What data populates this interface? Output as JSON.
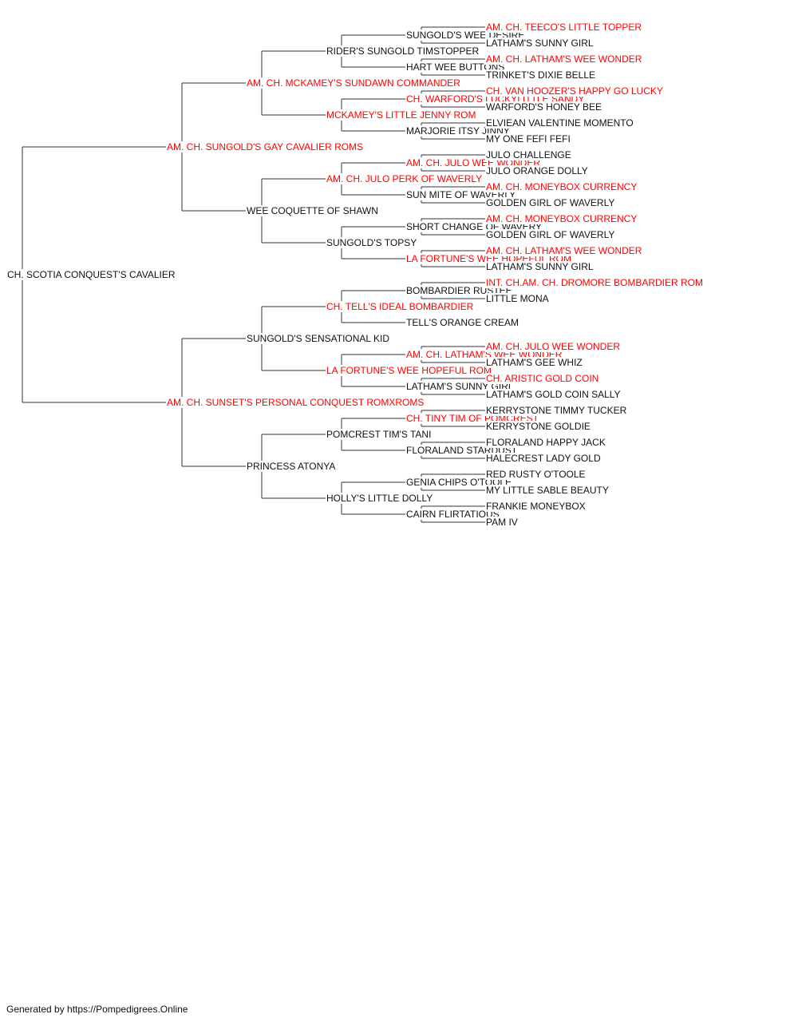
{
  "title_colors": {
    "champion": "#ff0000",
    "normal": "#111111"
  },
  "footer": "Generated by https://Pompedigrees.Online",
  "pedigree": {
    "name": "CH. SCOTIA CONQUEST'S CAVALIER",
    "champion": false,
    "sire": {
      "name": "AM. CH. SUNGOLD'S GAY CAVALIER ROMS",
      "champion": true,
      "sire": {
        "name": "AM. CH. MCKAMEY'S SUNDAWN COMMANDER",
        "champion": true,
        "sire": {
          "name": "RIDER'S SUNGOLD TIMSTOPPER",
          "champion": false,
          "sire": {
            "name": "SUNGOLD'S WEE DESIRE",
            "champion": false,
            "sire": {
              "name": "AM. CH. TEECO'S LITTLE TOPPER",
              "champion": true
            },
            "dam": {
              "name": "LATHAM'S SUNNY GIRL",
              "champion": false
            }
          },
          "dam": {
            "name": "HART WEE BUTTONS",
            "champion": false,
            "sire": {
              "name": "AM. CH. LATHAM'S WEE WONDER",
              "champion": true
            },
            "dam": {
              "name": "TRINKET'S DIXIE BELLE",
              "champion": false
            }
          }
        },
        "dam": {
          "name": "MCKAMEY'S LITTLE JENNY ROM",
          "champion": true,
          "sire": {
            "name": "CH. WARFORD'S LUCKYLITTLE SANDY",
            "champion": true,
            "sire": {
              "name": "CH. VAN HOOZER'S HAPPY GO LUCKY",
              "champion": true
            },
            "dam": {
              "name": "WARFORD'S HONEY BEE",
              "champion": false
            }
          },
          "dam": {
            "name": "MARJORIE ITSY JINNY",
            "champion": false,
            "sire": {
              "name": "ELVIEAN VALENTINE MOMENTO",
              "champion": false
            },
            "dam": {
              "name": "MY ONE FEFI FEFI",
              "champion": false
            }
          }
        }
      },
      "dam": {
        "name": "WEE COQUETTE OF SHAWN",
        "champion": false,
        "sire": {
          "name": "AM. CH. JULO PERK OF WAVERLY",
          "champion": true,
          "sire": {
            "name": "AM. CH. JULO WEE WONDER",
            "champion": true,
            "sire": {
              "name": "JULO CHALLENGE",
              "champion": false
            },
            "dam": {
              "name": "JULO ORANGE DOLLY",
              "champion": false
            }
          },
          "dam": {
            "name": "SUN MITE OF WAVERLY",
            "champion": false,
            "sire": {
              "name": "AM. CH. MONEYBOX CURRENCY",
              "champion": true
            },
            "dam": {
              "name": "GOLDEN GIRL OF WAVERLY",
              "champion": false
            }
          }
        },
        "dam": {
          "name": "SUNGOLD'S TOPSY",
          "champion": false,
          "sire": {
            "name": "SHORT CHANGE OF WAVERY",
            "champion": false,
            "sire": {
              "name": "AM. CH. MONEYBOX CURRENCY",
              "champion": true
            },
            "dam": {
              "name": "GOLDEN GIRL OF WAVERLY",
              "champion": false
            }
          },
          "dam": {
            "name": "LA FORTUNE'S WEE HOPEFUL ROM",
            "champion": true,
            "sire": {
              "name": "AM. CH. LATHAM'S WEE WONDER",
              "champion": true
            },
            "dam": {
              "name": "LATHAM'S SUNNY GIRL",
              "champion": false
            }
          }
        }
      }
    },
    "dam": {
      "name": "AM. CH. SUNSET'S PERSONAL CONQUEST ROMXROMS",
      "champion": true,
      "sire": {
        "name": "SUNGOLD'S SENSATIONAL KID",
        "champion": false,
        "sire": {
          "name": "CH. TELL'S IDEAL BOMBARDIER",
          "champion": true,
          "sire": {
            "name": "BOMBARDIER RUSTEE",
            "champion": false,
            "sire": {
              "name": "INT. CH.AM. CH. DROMORE BOMBARDIER ROM",
              "champion": true
            },
            "dam": {
              "name": "LITTLE MONA",
              "champion": false
            }
          },
          "dam": {
            "name": "TELL'S ORANGE CREAM",
            "champion": false
          }
        },
        "dam": {
          "name": "LA FORTUNE'S WEE HOPEFUL ROM",
          "champion": true,
          "sire": {
            "name": "AM. CH. LATHAM'S WEE WONDER",
            "champion": true,
            "sire": {
              "name": "AM. CH. JULO WEE WONDER",
              "champion": true
            },
            "dam": {
              "name": "LATHAM'S GEE WHIZ",
              "champion": false
            }
          },
          "dam": {
            "name": "LATHAM'S SUNNY GIRL",
            "champion": false,
            "sire": {
              "name": "CH. ARISTIC GOLD COIN",
              "champion": true
            },
            "dam": {
              "name": "LATHAM'S GOLD COIN SALLY",
              "champion": false
            }
          }
        }
      },
      "dam": {
        "name": "PRINCESS ATONYA",
        "champion": false,
        "sire": {
          "name": "POMCREST TIM'S TANI",
          "champion": false,
          "sire": {
            "name": "CH. TINY TIM OF POMCREST",
            "champion": true,
            "sire": {
              "name": "KERRYSTONE TIMMY TUCKER",
              "champion": false
            },
            "dam": {
              "name": "KERRYSTONE GOLDIE",
              "champion": false
            }
          },
          "dam": {
            "name": "FLORALAND STARDUST",
            "champion": false,
            "sire": {
              "name": "FLORALAND HAPPY JACK",
              "champion": false
            },
            "dam": {
              "name": "HALECREST LADY GOLD",
              "champion": false
            }
          }
        },
        "dam": {
          "name": "HOLLY'S LITTLE DOLLY",
          "champion": false,
          "sire": {
            "name": "GENIA CHIPS O'TOOLE",
            "champion": false,
            "sire": {
              "name": "RED RUSTY O'TOOLE",
              "champion": false
            },
            "dam": {
              "name": "MY LITTLE SABLE BEAUTY",
              "champion": false
            }
          },
          "dam": {
            "name": "CAIRN FLIRTATIOUS",
            "champion": false,
            "sire": {
              "name": "FRANKIE MONEYBOX",
              "champion": false
            },
            "dam": {
              "name": "PAM IV",
              "champion": false
            }
          }
        }
      }
    }
  }
}
